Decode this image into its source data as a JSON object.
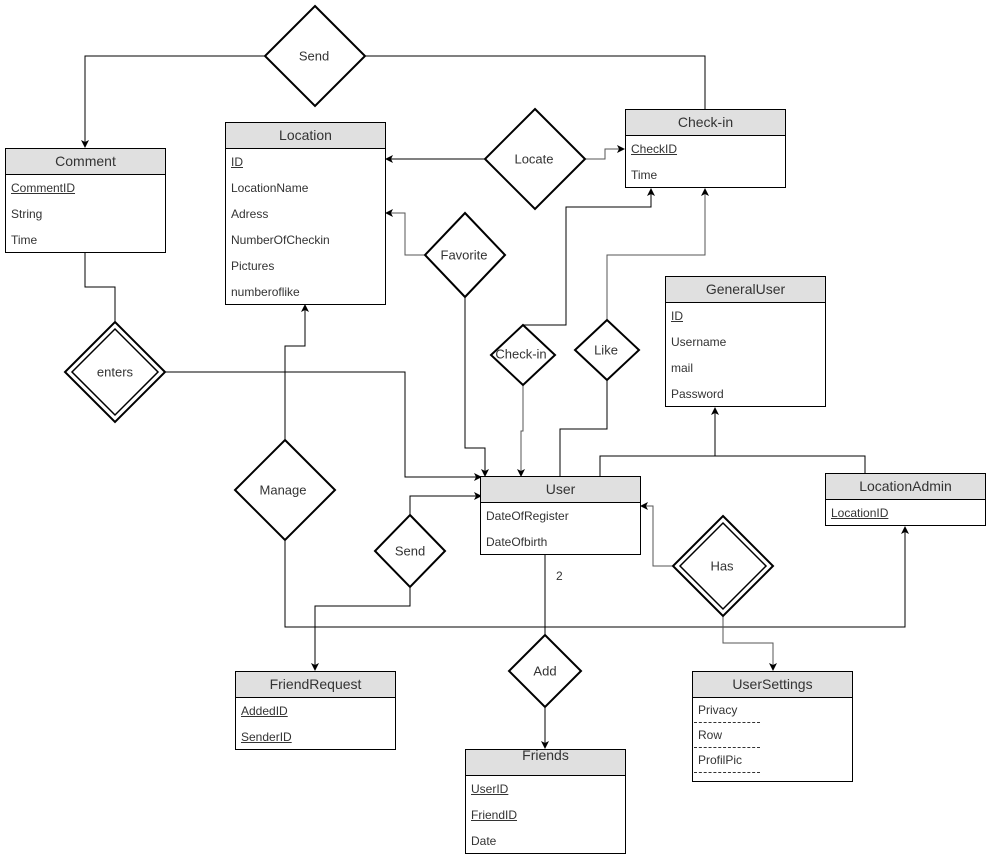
{
  "diagram": {
    "type": "ER diagram",
    "entities": {
      "comment": {
        "title": "Comment",
        "attributes": [
          {
            "name": "CommentID",
            "key": true
          },
          {
            "name": "String",
            "key": false
          },
          {
            "name": "Time",
            "key": false
          }
        ]
      },
      "location": {
        "title": "Location",
        "attributes": [
          {
            "name": "ID",
            "key": true
          },
          {
            "name": "LocationName",
            "key": false
          },
          {
            "name": "Adress",
            "key": false
          },
          {
            "name": "NumberOfCheckin",
            "key": false
          },
          {
            "name": "Pictures",
            "key": false
          },
          {
            "name": "numberoflike",
            "key": false
          }
        ]
      },
      "checkin": {
        "title": "Check-in",
        "attributes": [
          {
            "name": "CheckID",
            "key": true
          },
          {
            "name": "Time",
            "key": false
          }
        ]
      },
      "generaluser": {
        "title": "GeneralUser",
        "attributes": [
          {
            "name": "ID",
            "key": true
          },
          {
            "name": "Username",
            "key": false
          },
          {
            "name": "mail",
            "key": false
          },
          {
            "name": "Password",
            "key": false
          }
        ]
      },
      "user": {
        "title": "User",
        "attributes": [
          {
            "name": "DateOfRegister",
            "key": false
          },
          {
            "name": "DateOfbirth",
            "key": false
          }
        ]
      },
      "locationadmin": {
        "title": "LocationAdmin",
        "attributes": [
          {
            "name": "LocationID",
            "key": true
          }
        ]
      },
      "friendrequest": {
        "title": "FriendRequest",
        "attributes": [
          {
            "name": "AddedID",
            "key": true
          },
          {
            "name": "SenderID",
            "key": true
          }
        ]
      },
      "friends": {
        "title": "Friends",
        "attributes": [
          {
            "name": "UserID",
            "key": true
          },
          {
            "name": "FriendID",
            "key": true
          },
          {
            "name": "Date",
            "key": false
          }
        ]
      },
      "usersettings": {
        "title": "UserSettings",
        "attributes": [
          {
            "name": "Privacy",
            "key": false
          },
          {
            "name": "Row",
            "key": false
          },
          {
            "name": "ProfilPic",
            "key": false
          }
        ]
      }
    },
    "relationships": {
      "send_top": "Send",
      "locate": "Locate",
      "favorite": "Favorite",
      "enters": "enters",
      "checkin_rel": "Check-in",
      "like": "Like",
      "manage": "Manage",
      "send_friend": "Send",
      "has": "Has",
      "add": "Add"
    },
    "cardinalities": {
      "user_add": "2"
    }
  }
}
